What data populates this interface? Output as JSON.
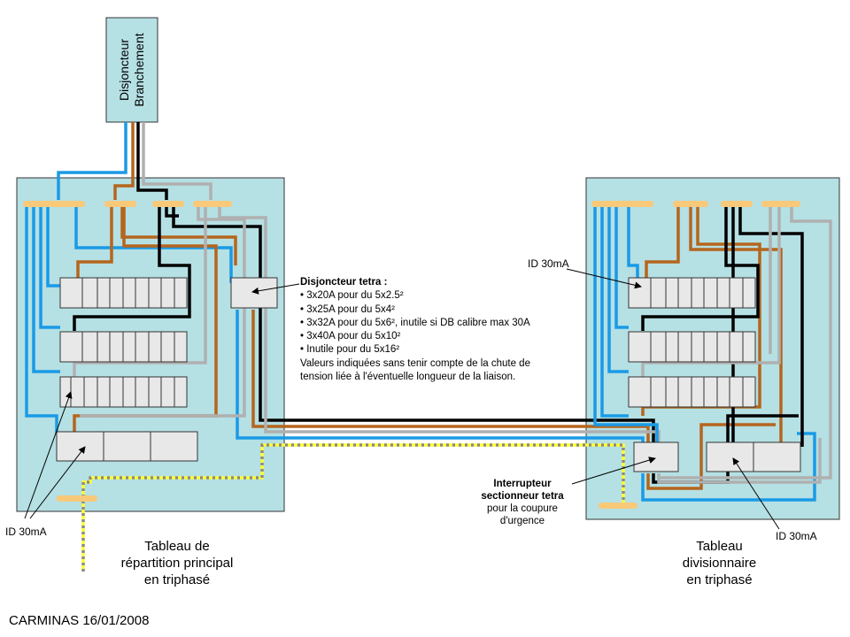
{
  "branch_breaker": {
    "line1": "Disjoncteur",
    "line2": "Branchement"
  },
  "main_panel": {
    "title_lines": [
      "Tableau de",
      "répartition principal",
      "en triphasé"
    ],
    "rcd_label": "ID 30mA"
  },
  "sub_panel": {
    "title_lines": [
      "Tableau",
      "divisionnaire",
      "en triphasé"
    ],
    "rcd_label_top": "ID 30mA",
    "rcd_label_bottom": "ID 30mA",
    "switch_label": {
      "line1": "Interrupteur",
      "line2": "sectionneur tetra",
      "line3": "pour la coupure",
      "line4": "d'urgence"
    }
  },
  "breaker_note": {
    "title": "Disjoncteur tetra :",
    "items": [
      "3x20A pour du 5x2.5²",
      "3x25A pour du 5x4²",
      "3x32A pour du 5x6², inutile si DB calibre max 30A",
      "3x40A pour du 5x10²",
      "Inutile pour du 5x16²"
    ],
    "footer_lines": [
      "Valeurs indiquées sans tenir compte de la chute de",
      "tension liée à l'éventuelle longueur de la liaison."
    ]
  },
  "credit": "CARMINAS 16/01/2008",
  "colors": {
    "panel_fill": "#b5e0e4",
    "blue_wire": "#1a9ae6",
    "brown_wire": "#b5651d",
    "black_wire": "#000000",
    "grey_wire": "#b0b0b0",
    "earth_wire": "#ffff33",
    "busbar": "#f9c97a"
  }
}
